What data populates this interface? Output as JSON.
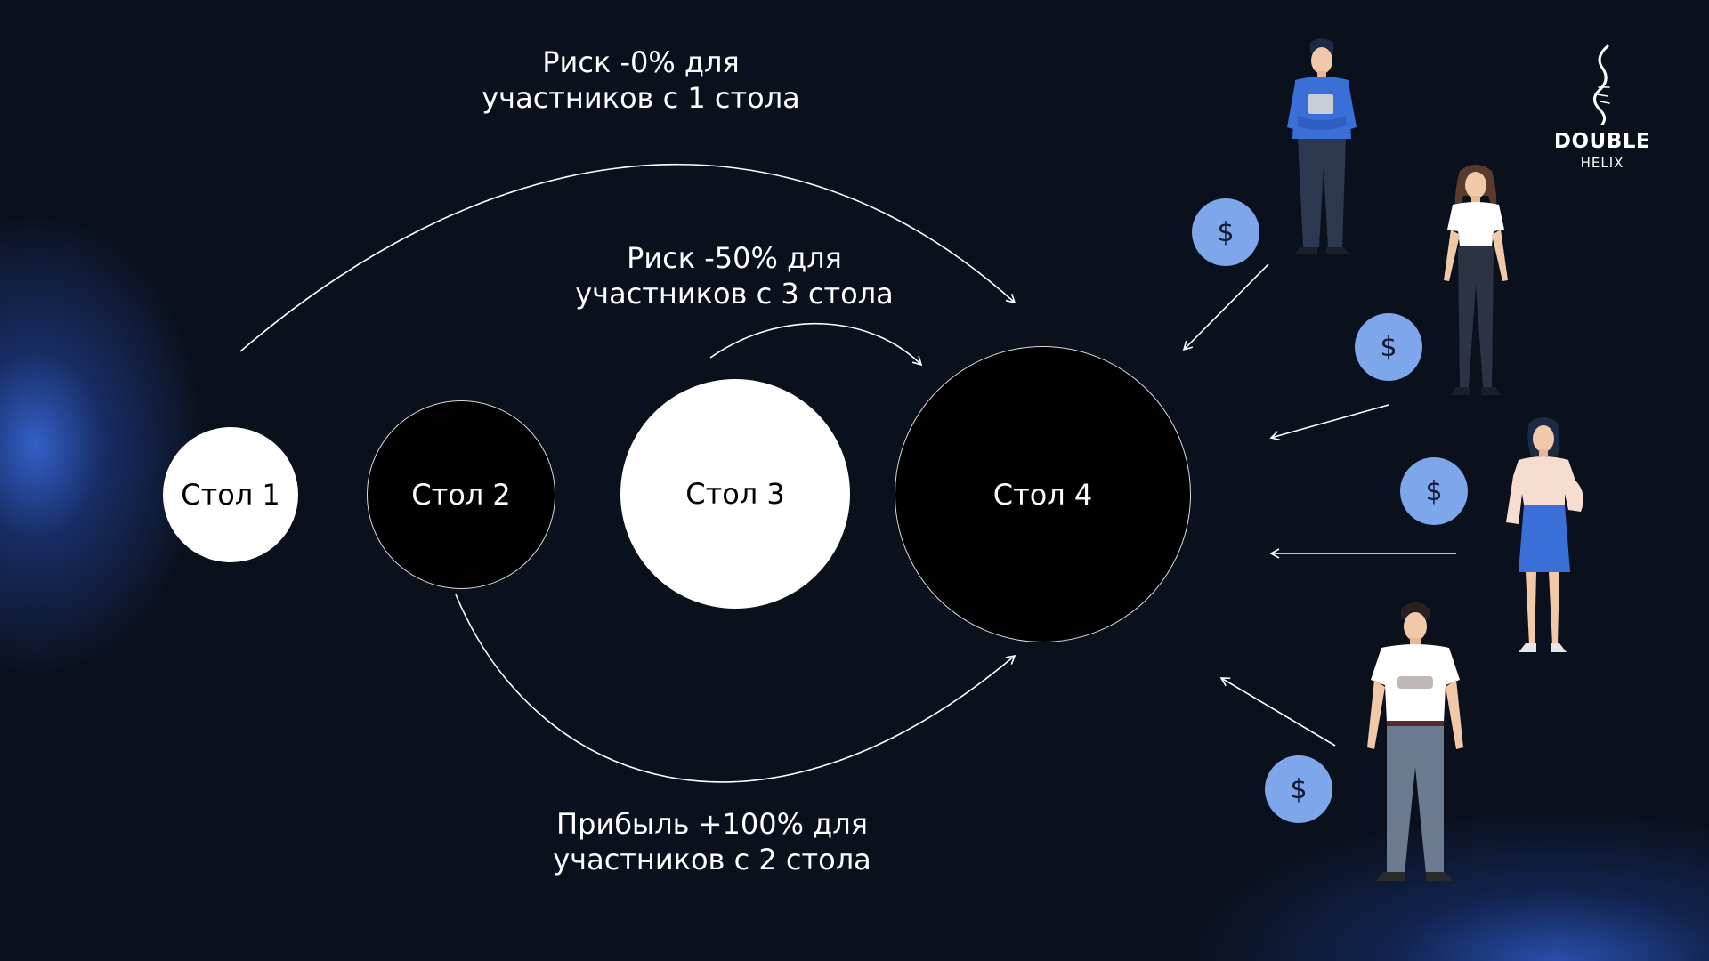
{
  "captions": {
    "top": {
      "line1": "Риск -0% для",
      "line2": "участников с 1 стола"
    },
    "middle": {
      "line1": "Риск -50% для",
      "line2": "участников с 3 стола"
    },
    "bottom": {
      "line1": "Прибыль +100% для",
      "line2": "участников с 2 стола"
    }
  },
  "tables": [
    {
      "label": "Стол 1"
    },
    {
      "label": "Стол 2"
    },
    {
      "label": "Стол 3"
    },
    {
      "label": "Стол 4"
    }
  ],
  "coin_symbol": "$",
  "logo": {
    "main": "DOUBLE",
    "sub": "HELIX"
  },
  "colors": {
    "background": "#0a101c",
    "glow": "#3a6ee6",
    "coin": "#7ea6ea",
    "light_table": "#ffffff",
    "dark_table": "#000000"
  }
}
